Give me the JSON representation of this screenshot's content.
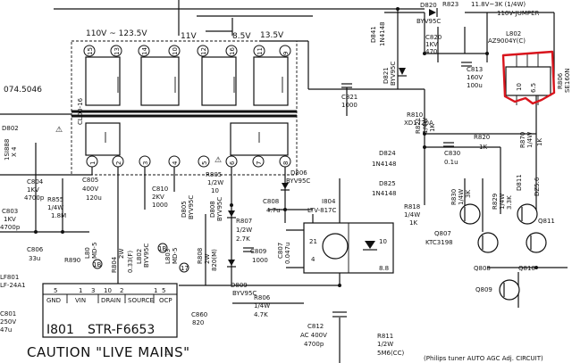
{
  "voltages": {
    "v110_123": "110V ~ 123.5V",
    "v11": "11V",
    "v85": "8.5V",
    "v135": "13.5V",
    "v74": "074.5046"
  },
  "transformer": {
    "name": "CLD0-16",
    "top_pins": [
      "15",
      "13",
      "14",
      "10",
      "12",
      "16",
      "11",
      "9"
    ],
    "bottom_pins": [
      "1",
      "2",
      "3",
      "4",
      "5",
      "6",
      "7",
      "8"
    ]
  },
  "top_right": {
    "r823": "R823",
    "r823_val": "11.8V~3K (1/4W)",
    "jumper": "110V-JUMPER",
    "d820": "D820",
    "d820_type": "BYV95C",
    "c820": "C820",
    "c820_v": "1KV",
    "c820_val": "470",
    "l802": "L802",
    "l802_type": "AZ9004Y(C)",
    "c813": "C813",
    "c813_v": "160V",
    "c813_val": "100u",
    "r806": "R806",
    "r806_type": "SE160N",
    "d841": "D841",
    "d841_type": "1N4148",
    "d821": "D821",
    "d821_type": "BYV95C",
    "c821": "C821",
    "c821_val": "1000",
    "r810": "R810",
    "r810_type": "XD1720A",
    "r821": "R821",
    "r821_w": "1/4W",
    "r821_val": "1K",
    "ic_pins": [
      "10",
      "6.5"
    ]
  },
  "mid_right": {
    "d824": "D824",
    "d824_type": "1N4148",
    "c830": "C830",
    "c830_val": "0.1u",
    "r820": "R820",
    "r820_val": "1K",
    "r870": "R870",
    "r870_w": "1/4W",
    "r870_val": "1K",
    "d825": "D825",
    "d825_type": "1N4148",
    "r830": "R830",
    "r830_w": "1/4W",
    "r830_val": "3K",
    "r829": "R829",
    "r829_w": "1/4W",
    "r829_val": "3.3K",
    "d811": "D811",
    "d811_type": "DZ5.6",
    "r818": "R818",
    "r818_w": "1/4W",
    "r818_val": "1K",
    "q807": "Q807",
    "q807_type": "KTC3198",
    "q811": "Q811",
    "q808": "Q808",
    "q810": "Q810",
    "q809": "Q809",
    "footer": "(Philips tuner AUTO AGC Adj. CIRCUIT)"
  },
  "left": {
    "d802": "D802",
    "d_left": "1SI888",
    "d_left_x": "X 4",
    "c804": "C804",
    "c804_v": "1KV",
    "c804_val": "4700p",
    "c803": "C803",
    "c803_v": "1KV",
    "c803_val": "4700p",
    "r855": "R855",
    "r855_w": "1/4W",
    "r855_val": "1.8M",
    "c806": "C806",
    "c806_val": "33u",
    "r890": "R890",
    "lf801": "LF801",
    "lf801_type": "LF-24A1",
    "c801": "C801",
    "c801_v": "250V",
    "c801_val": "47u"
  },
  "center": {
    "c805": "C805",
    "c805_v": "400V",
    "c805_val": "120u",
    "c810": "C810",
    "c810_v": "2KV",
    "c810_val": "1000",
    "r805": "R805",
    "r805_w": "1/2W",
    "r805_val": "10",
    "d806": "D806",
    "d806_type": "BYV95C",
    "d805": "D805",
    "d805_type": "BYV95C",
    "d808": "D808",
    "d808_type": "BYV95C",
    "c808": "C808",
    "c808_val": "4.7u",
    "r807": "R807",
    "r807_w": "1/2W",
    "r807_val": "2.7K",
    "c809": "C809",
    "c809_val": "1000",
    "r808": "R808",
    "r808_w": "2W",
    "r808_val": "820(M)",
    "r804": "R804",
    "r804_w": "2W",
    "r804_val": "0.33(F)",
    "l802b": "L802",
    "l802b_type": "BYV95C",
    "l803": "L803",
    "l803_type": "MD-5",
    "l8xx": "L80",
    "l8xx_type": "MD-5",
    "d809": "D809",
    "d809_type": "BYV95C",
    "r806b": "R806",
    "r806b_w": "1/4W",
    "r806b_val": "4.7K",
    "c860": "C860",
    "c860_val": "820",
    "c812": "C812",
    "c812_v": "AC 400V",
    "c812_val": "4700p",
    "r811": "R811",
    "r811_w": "1/2W",
    "r811_val": "5M6(CC)"
  },
  "ic801": {
    "name": "I801",
    "part": "STR-F6653",
    "pin_numbers": [
      "5",
      "1",
      "3",
      "10",
      "2",
      "1",
      "5"
    ],
    "pin_labels": [
      "GND",
      "VIN",
      "DRAIN",
      "SOURCE",
      "OCP"
    ],
    "circled": [
      "1B",
      "1B",
      "17"
    ]
  },
  "opto": {
    "name": "I804",
    "part": "LTV-817C",
    "pins_left": [
      "21",
      "4"
    ],
    "pins_right": [
      "10",
      "8.8"
    ],
    "c807": "C807",
    "c807_val": "0.047u"
  },
  "warning": "CAUTION \"LIVE MAINS\"",
  "hazard": "⚠"
}
